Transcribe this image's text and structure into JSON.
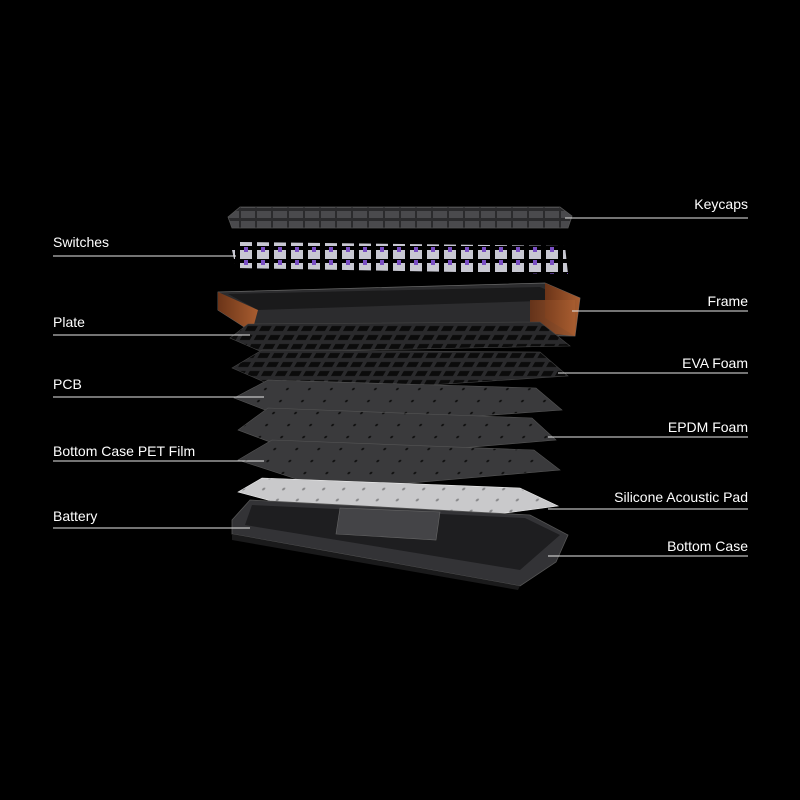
{
  "labels": {
    "keycaps": "Keycaps",
    "switches": "Switches",
    "frame": "Frame",
    "plate": "Plate",
    "eva_foam": "EVA Foam",
    "pcb": "PCB",
    "epdm_foam": "EPDM Foam",
    "pet_film": "Bottom Case PET Film",
    "silicone_pad": "Silicone Acoustic Pad",
    "battery": "Battery",
    "bottom_case": "Bottom Case"
  },
  "colors": {
    "background": "#000000",
    "label": "#ffffff",
    "switch_stem": "#7a4fc4",
    "frame_wood": "#8a4a25"
  }
}
